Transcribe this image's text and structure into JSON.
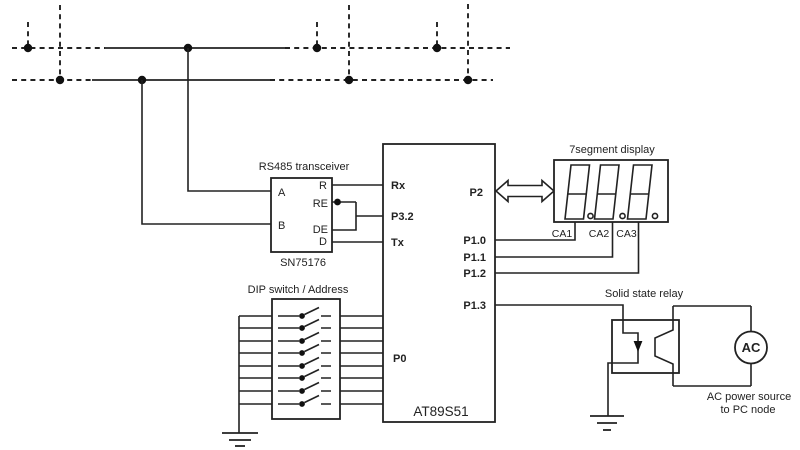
{
  "colors": {
    "ink": "#222222",
    "background": "#ffffff"
  },
  "rs485": {
    "title": "RS485 transceiver",
    "part_number": "SN75176",
    "pins": {
      "a": "A",
      "b": "B",
      "r": "R",
      "re": "RE",
      "de": "DE",
      "d": "D"
    }
  },
  "mcu": {
    "part_number": "AT89S51",
    "pins": {
      "rx": "Rx",
      "p3_2": "P3.2",
      "tx": "Tx",
      "p0": "P0",
      "p2": "P2",
      "p1_0": "P1.0",
      "p1_1": "P1.1",
      "p1_2": "P1.2",
      "p1_3": "P1.3"
    }
  },
  "display": {
    "title": "7segment display",
    "digits": 3,
    "pins": {
      "ca1": "CA1",
      "ca2": "CA2",
      "ca3": "CA3"
    }
  },
  "dip_switch": {
    "title": "DIP switch / Address",
    "positions": 8
  },
  "relay": {
    "title": "Solid state relay"
  },
  "ac_source": {
    "label": "AC",
    "caption_line1": "AC power source",
    "caption_line2": "to PC node"
  }
}
